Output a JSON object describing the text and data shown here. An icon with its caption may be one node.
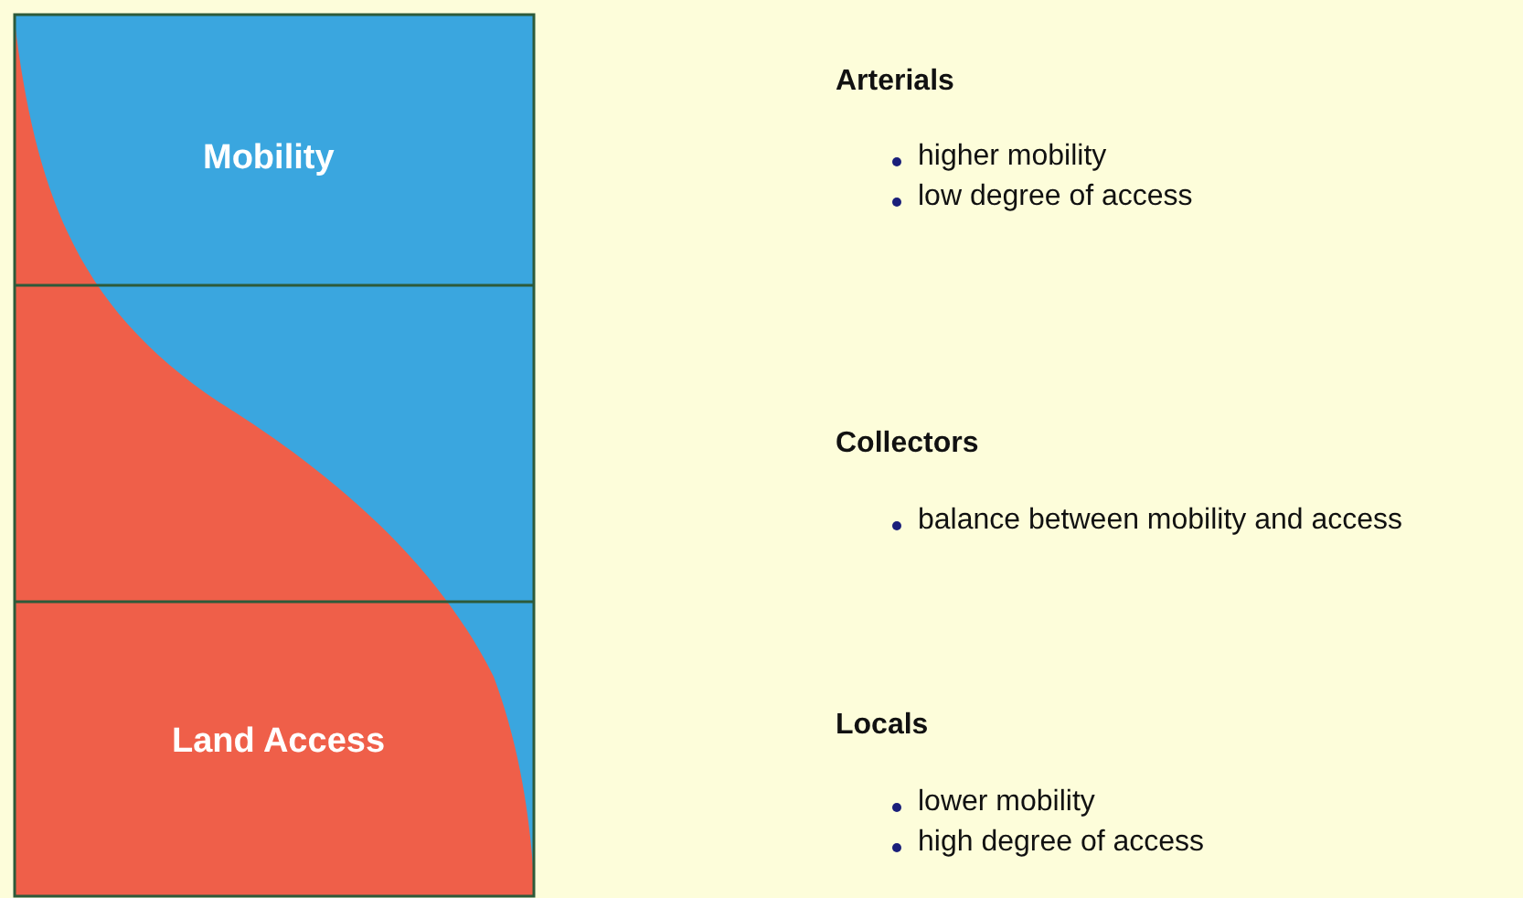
{
  "diagram": {
    "labels": [
      "Mobility",
      "Land Access",
      "Arterials",
      "higher mobility",
      "low degree of access",
      "Collectors",
      "balance between mobility and access",
      "Locals",
      "lower mobility",
      "high degree of access"
    ]
  }
}
